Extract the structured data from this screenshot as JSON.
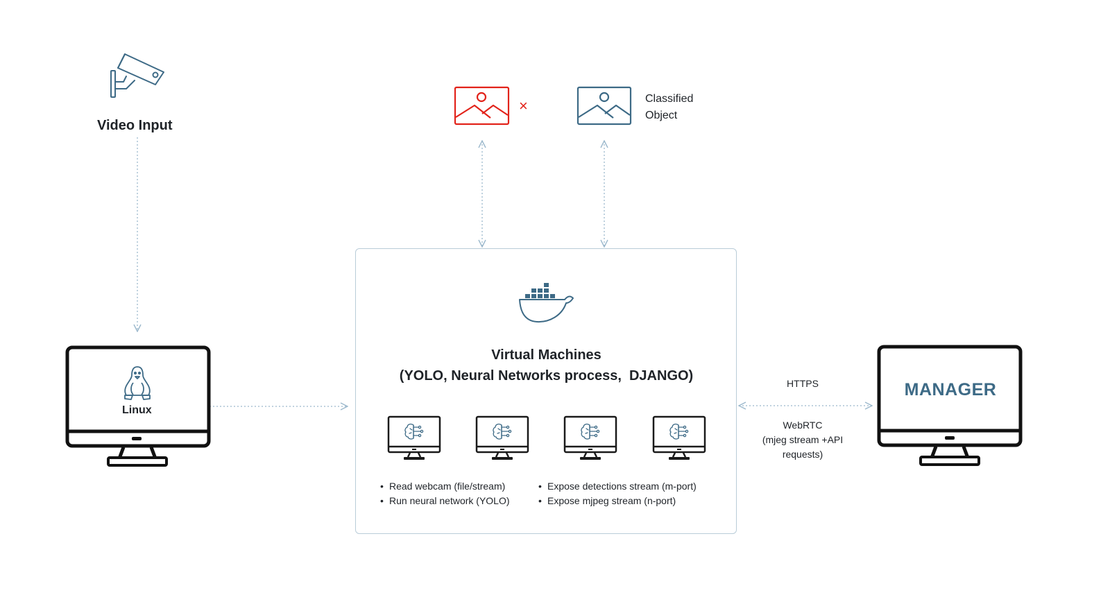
{
  "video_input": {
    "label": "Video Input",
    "icon": "cctv-camera-icon"
  },
  "linux": {
    "label": "Linux",
    "icon": "tux-penguin-icon"
  },
  "images": {
    "rejected_icon": "image-icon",
    "rejected_mark": "×",
    "classified_icon": "image-icon",
    "classified_label": "Classified Object"
  },
  "vm": {
    "icon": "docker-whale-icon",
    "title_line1": "Virtual Machines",
    "title_line2": "(YOLO, Neural Networks process,  DJANGO)",
    "bullets_left": [
      "Read webcam (file/stream)",
      "Run neural network (YOLO)"
    ],
    "bullets_right": [
      "Expose detections stream (m-port)",
      "Expose mjpeg stream (n-port)"
    ],
    "monitor_count": 4
  },
  "connection": {
    "https": "HTTPS",
    "webrtc_line1": "WebRTC",
    "webrtc_line2": "(mjeg stream +API",
    "webrtc_line3": "requests)"
  },
  "manager": {
    "label": "MANAGER"
  },
  "colors": {
    "icon_blue": "#3d6a86",
    "reject_red": "#e2231a",
    "arrow": "#9bb8cc",
    "box_border": "#b9ccd8",
    "text": "#1f2328"
  }
}
